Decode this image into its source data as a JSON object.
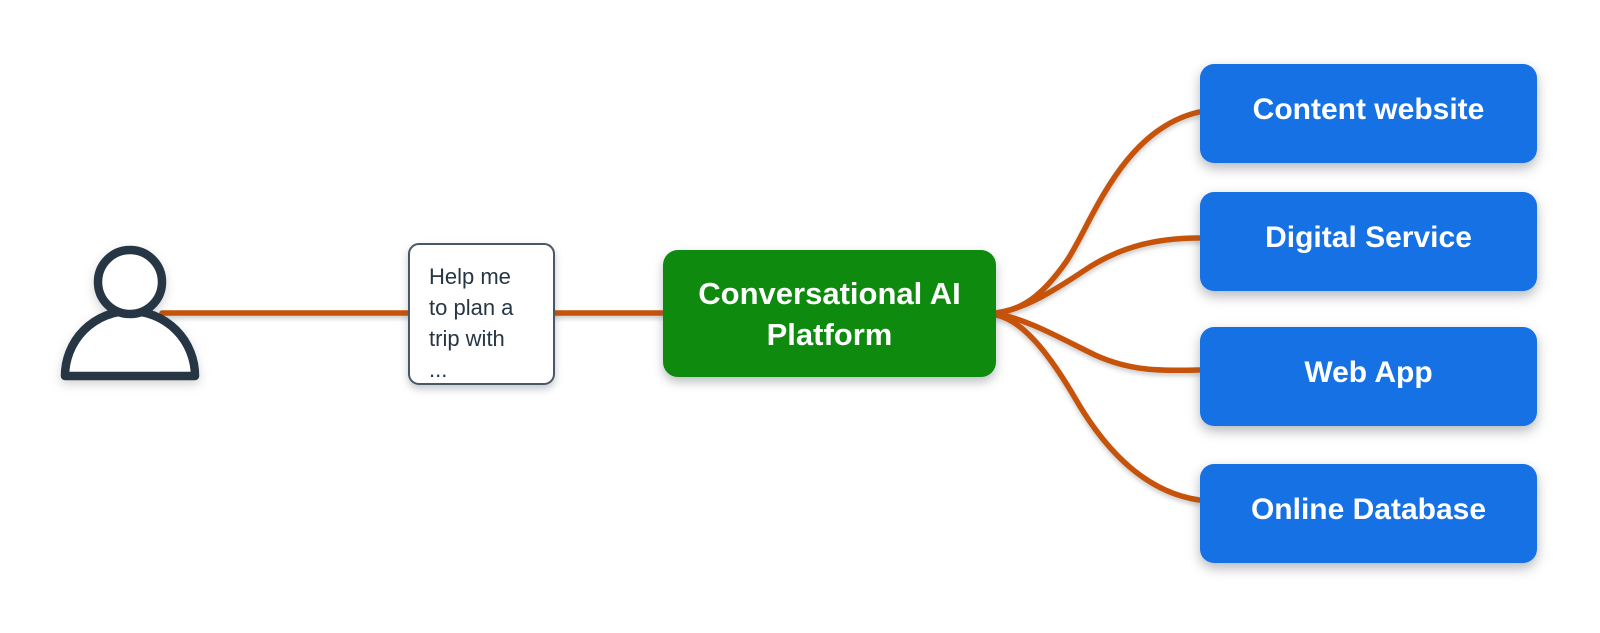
{
  "colors": {
    "connector": "#c65309",
    "platform_bg": "#0e8b0e",
    "channel_bg": "#1671e4",
    "ink": "#263645",
    "bubble_border": "#4a5765",
    "bubble_bg": "#ffffff",
    "text_light": "#ffffff",
    "background": "#ffffff"
  },
  "user": {
    "icon": "person-outline-icon"
  },
  "message": {
    "full_text": "Help me to plan a trip with ...",
    "lines": [
      "Help me",
      "to plan a",
      "trip with",
      "..."
    ]
  },
  "platform": {
    "label": "Conversational AI Platform"
  },
  "channels": [
    {
      "label": "Content website"
    },
    {
      "label": "Digital Service"
    },
    {
      "label": "Web App"
    },
    {
      "label": "Online Database"
    }
  ]
}
